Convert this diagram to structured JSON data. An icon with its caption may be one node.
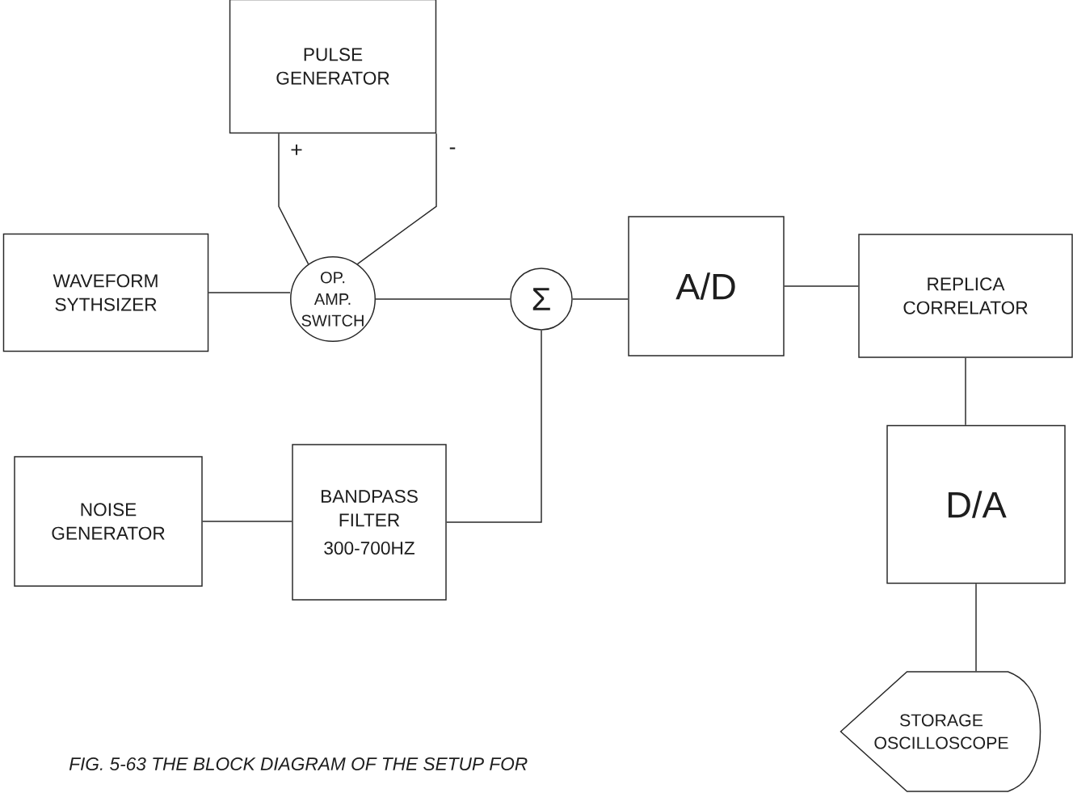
{
  "diagram": {
    "caption": "FIG. 5-63 THE BLOCK DIAGRAM OF THE SETUP FOR",
    "nodes": [
      {
        "text": [
          "PULSE GENERATOR"
        ]
      },
      {
        "text": [
          "WAVEFORM SYTHSIZER"
        ]
      },
      {
        "text": [
          "OP. AMP. SWITCH"
        ]
      },
      {
        "text": [
          "Σ"
        ]
      },
      {
        "text": [
          "A/D"
        ]
      },
      {
        "text": [
          "REPLICA CORRELATOR"
        ]
      },
      {
        "text": [
          "NOISE GENERATOR"
        ]
      },
      {
        "text": [
          "BANDPASS FILTER",
          "300-700HZ"
        ]
      },
      {
        "text": [
          "D/A"
        ]
      },
      {
        "text": [
          "STORAGE OSCILLOSCOPE"
        ]
      }
    ],
    "edges": [
      {
        "from": 0,
        "to": 2,
        "arrow": "none",
        "label": "+"
      },
      {
        "from": 0,
        "to": 2,
        "arrow": "none",
        "label": "-"
      },
      {
        "from": 1,
        "to": 2,
        "arrow": "none"
      },
      {
        "from": 2,
        "to": 3,
        "arrow": "none"
      },
      {
        "from": 3,
        "to": 4,
        "arrow": "none"
      },
      {
        "from": 4,
        "to": 5,
        "arrow": "none"
      },
      {
        "from": 6,
        "to": 7,
        "arrow": "none"
      },
      {
        "from": 7,
        "to": 3,
        "arrow": "none"
      },
      {
        "from": 5,
        "to": 8,
        "arrow": "none"
      },
      {
        "from": 8,
        "to": 9,
        "arrow": "none"
      }
    ]
  }
}
